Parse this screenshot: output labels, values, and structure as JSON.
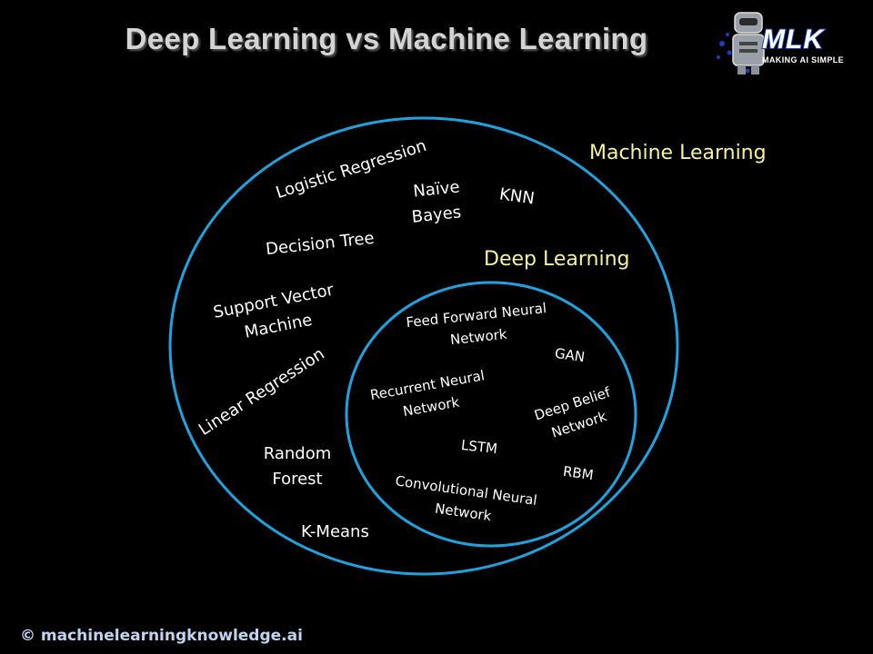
{
  "title": "Deep Learning vs Machine Learning",
  "logo": {
    "name": "MLK",
    "tagline": "MAKING AI SIMPLE",
    "icon": "robot-icon"
  },
  "sets": {
    "outer": {
      "label": "Machine Learning"
    },
    "inner": {
      "label": "Deep Learning"
    }
  },
  "ml_items": {
    "logistic_regression": "Logistic Regression",
    "naive_bayes_1": "Naïve",
    "naive_bayes_2": "Bayes",
    "knn": "KNN",
    "decision_tree": "Decision Tree",
    "svm_1": "Support Vector",
    "svm_2": "Machine",
    "linear_regression": "Linear Regression",
    "random_forest_1": "Random",
    "random_forest_2": "Forest",
    "kmeans": "K-Means"
  },
  "dl_items": {
    "ffnn_1": "Feed Forward Neural",
    "ffnn_2": "Network",
    "gan": "GAN",
    "rnn_1": "Recurrent Neural",
    "rnn_2": "Network",
    "dbn_1": "Deep Belief",
    "dbn_2": "Network",
    "lstm": "LSTM",
    "rbm": "RBM",
    "cnn_1": "Convolutional Neural",
    "cnn_2": "Network"
  },
  "footer": "© machinelearningknowledge.ai",
  "colors": {
    "circle": "#1fa3e0",
    "set_label": "#f7f39a",
    "text": "#ffffff",
    "background": "#000000"
  }
}
